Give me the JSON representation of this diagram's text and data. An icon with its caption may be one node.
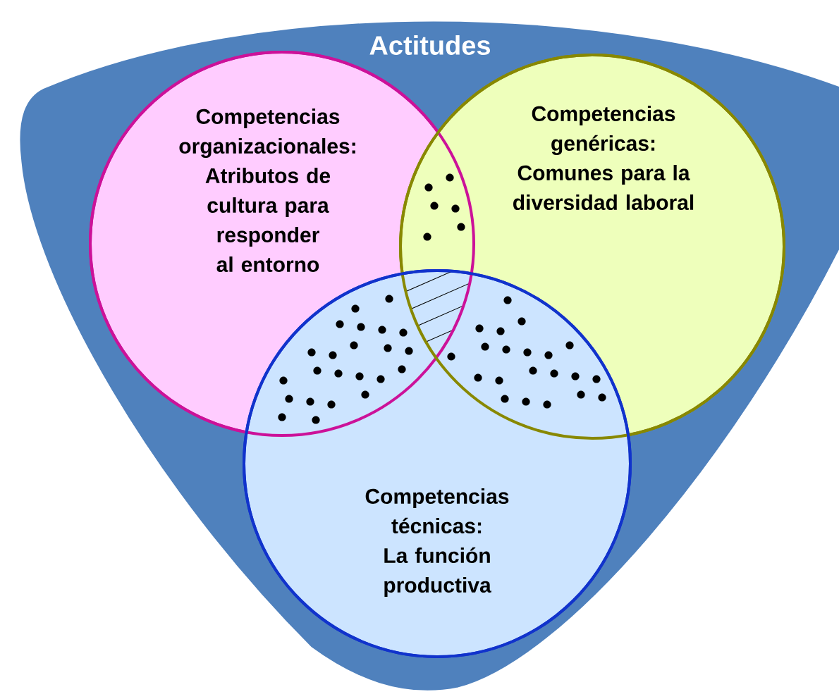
{
  "diagram": {
    "nodes": [
      {
        "text": [
          "Actitudes"
        ]
      },
      {
        "text": [
          "Competencias organizacionales: Atributos de cultura para responder al entorno"
        ],
        "in": 0
      },
      {
        "text": [
          "Competencias genéricas: Comunes para la diversidad laboral"
        ],
        "in": 0
      },
      {
        "text": [
          "Competencias técnicas: La función productiva"
        ],
        "in": 0
      }
    ]
  }
}
